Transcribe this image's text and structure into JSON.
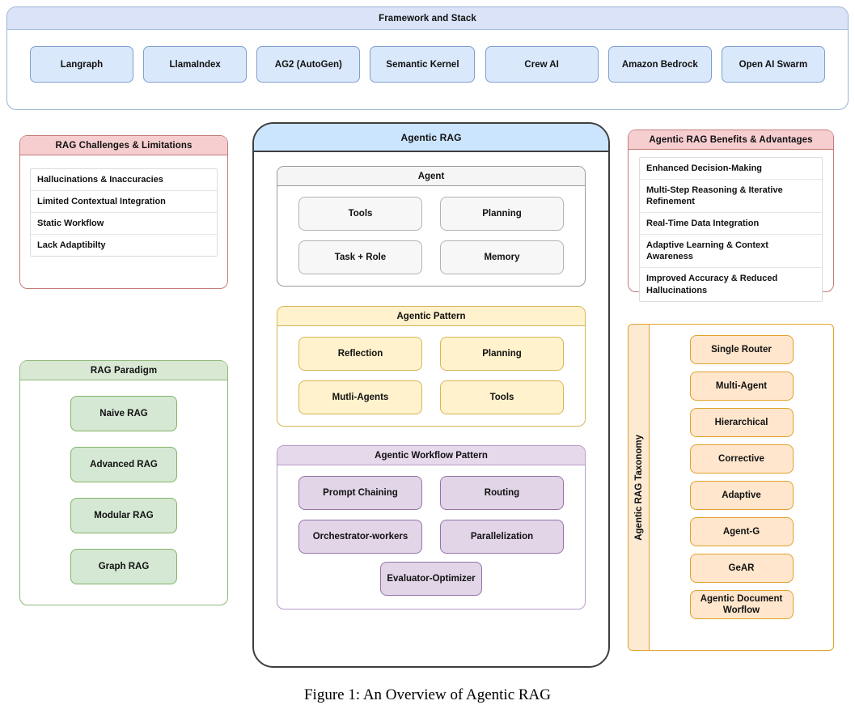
{
  "framework": {
    "title": "Framework and Stack",
    "items": [
      {
        "label": "Langraph",
        "width": 128
      },
      {
        "label": "LlamaIndex",
        "width": 128
      },
      {
        "label": "AG2 (AutoGen)",
        "width": 128
      },
      {
        "label": "Semantic Kernel",
        "width": 130
      },
      {
        "label": "Crew AI",
        "width": 140
      },
      {
        "label": "Amazon Bedrock",
        "width": 128
      },
      {
        "label": "Open AI Swarm",
        "width": 128
      }
    ]
  },
  "challenges": {
    "title": "RAG Challenges & Limitations",
    "items": [
      "Hallucinations & Inaccuracies",
      "Limited Contextual Integration",
      "Static Workflow",
      "Lack Adaptibilty"
    ]
  },
  "paradigm": {
    "title": "RAG Paradigm",
    "items": [
      "Naive RAG",
      "Advanced RAG",
      "Modular RAG",
      "Graph RAG"
    ]
  },
  "benefits": {
    "title": "Agentic RAG Benefits & Advantages",
    "items": [
      "Enhanced Decision-Making",
      "Multi-Step Reasoning & Iterative Refinement",
      "Real-Time Data Integration",
      "Adaptive Learning & Context Awareness",
      "Improved Accuracy & Reduced Hallucinations"
    ]
  },
  "taxonomy": {
    "title": "Agentic RAG Taxonomy",
    "items": [
      "Single Router",
      "Multi-Agent",
      "Hierarchical",
      "Corrective",
      "Adaptive",
      "Agent-G",
      "GeAR",
      "Agentic Document Worflow"
    ]
  },
  "agentic_rag": {
    "title": "Agentic RAG",
    "agent": {
      "title": "Agent",
      "items": [
        "Tools",
        "Planning",
        "Task + Role",
        "Memory"
      ]
    },
    "pattern": {
      "title": "Agentic Pattern",
      "items": [
        "Reflection",
        "Planning",
        "Mutli-Agents",
        "Tools"
      ]
    },
    "workflow": {
      "title": "Agentic Workflow Pattern",
      "items": [
        "Prompt Chaining",
        "Routing",
        "Orchestrator-workers",
        "Parallelization"
      ],
      "wide_item": "Evaluator-Optimizer"
    }
  },
  "caption": "Figure 1: An Overview of Agentic RAG",
  "colors": {
    "framework_fill": "#dae8fc",
    "framework_border": "#7ea0cc",
    "framework_header": "#dae3f7",
    "red_fill": "#f8cecc",
    "red_border": "#b85450",
    "green_fill": "#d5e8d4",
    "green_border": "#82b366",
    "orange_fill": "#ffe6cc",
    "orange_border": "#d79b00",
    "purple_fill": "#e1d5e7",
    "purple_border": "#9673a6",
    "yellow_fill": "#fff2cc",
    "yellow_border": "#d6b656",
    "gray_fill": "#f5f5f5",
    "gray_border": "#999999",
    "agentic_header": "#cce5ff",
    "agentic_border": "#3c3f41"
  }
}
